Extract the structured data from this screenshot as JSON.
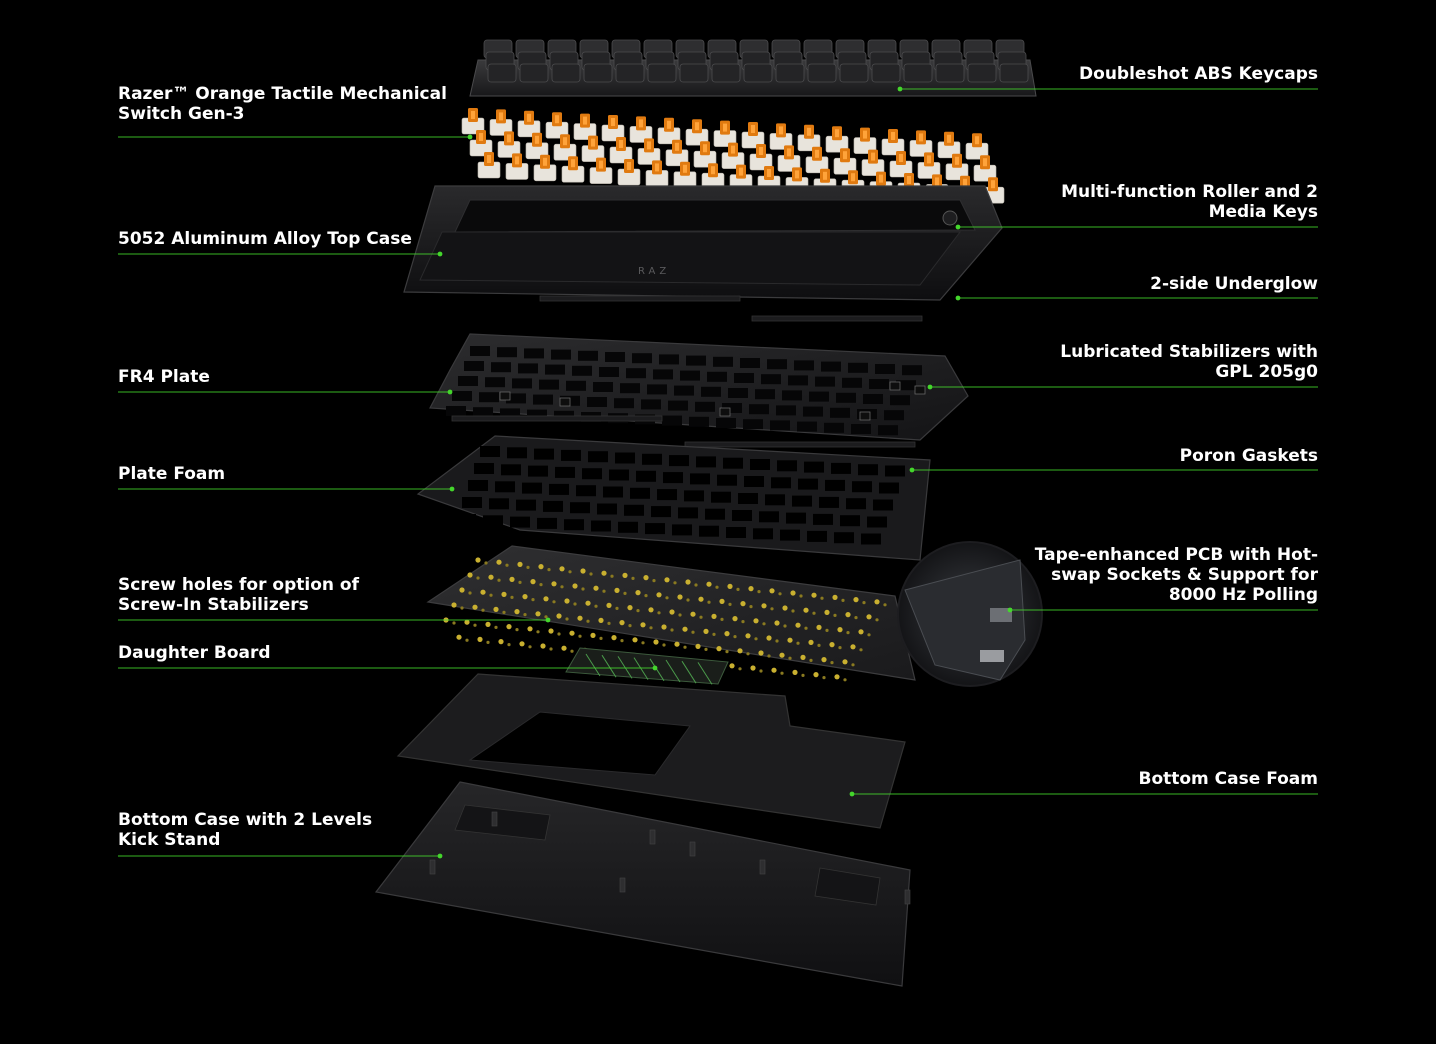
{
  "accent_color": "#44d62c",
  "callouts_left": [
    {
      "id": "switch",
      "lines": [
        "Razer™ Orange Tactile Mechanical",
        "Switch Gen-3"
      ]
    },
    {
      "id": "top-case",
      "lines": [
        "5052 Aluminum Alloy Top Case"
      ]
    },
    {
      "id": "fr4-plate",
      "lines": [
        "FR4 Plate"
      ]
    },
    {
      "id": "plate-foam",
      "lines": [
        "Plate Foam"
      ]
    },
    {
      "id": "screw-holes",
      "lines": [
        "Screw holes for option of",
        "Screw-In Stabilizers"
      ]
    },
    {
      "id": "daughter-board",
      "lines": [
        "Daughter Board"
      ]
    },
    {
      "id": "bottom-case",
      "lines": [
        "Bottom Case with 2 Levels",
        "Kick Stand"
      ]
    }
  ],
  "callouts_right": [
    {
      "id": "keycaps",
      "lines": [
        "Doubleshot ABS Keycaps"
      ]
    },
    {
      "id": "roller",
      "lines": [
        "Multi-function Roller and 2",
        "Media Keys"
      ]
    },
    {
      "id": "underglow",
      "lines": [
        "2-side Underglow"
      ]
    },
    {
      "id": "stabilizers",
      "lines": [
        "Lubricated Stabilizers with",
        "GPL 205g0"
      ]
    },
    {
      "id": "gaskets",
      "lines": [
        "Poron Gaskets"
      ]
    },
    {
      "id": "pcb",
      "lines": [
        "Tape-enhanced PCB with Hot-",
        "swap Sockets & Support for",
        "8000 Hz Polling"
      ]
    },
    {
      "id": "bottom-foam",
      "lines": [
        "Bottom Case Foam"
      ]
    }
  ],
  "top_case_logo": "RAZ"
}
